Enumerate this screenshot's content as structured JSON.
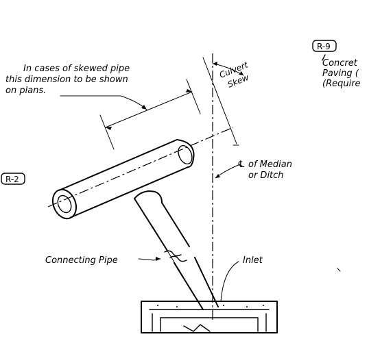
{
  "labels": {
    "dimension_note_line1": "In cases of skewed pipe",
    "dimension_note_line2": "this dimension to be shown",
    "dimension_note_line3": "on plans.",
    "culvert_skew_line1": "Culvert",
    "culvert_skew_line2": "Skew",
    "median_line1": "of Median",
    "median_line2": "or Ditch",
    "centerline_symbol": "℄",
    "connecting_pipe": "Connecting Pipe",
    "inlet": "Inlet",
    "concrete_line1": "Concret",
    "concrete_line2": "Paving (",
    "concrete_line3": "(Require"
  },
  "references": {
    "r9": "R-9",
    "r2": "R-2"
  },
  "colors": {
    "ink": "#000000",
    "paper": "#ffffff"
  }
}
